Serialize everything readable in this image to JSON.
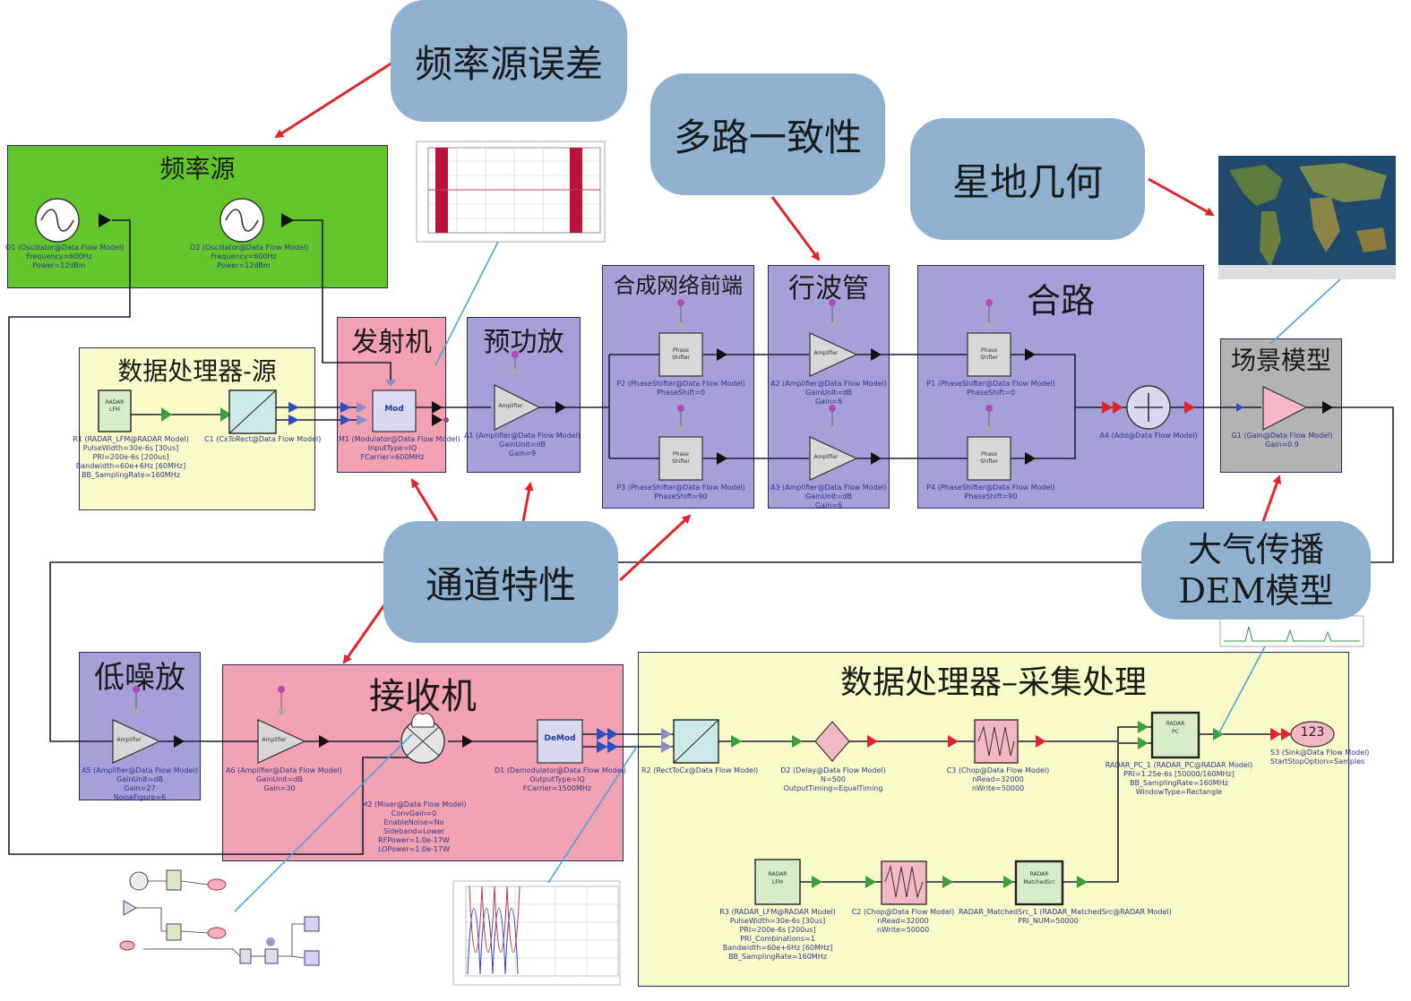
{
  "bubbles": {
    "freq_error": "频率源误差",
    "multipath": "多路一致性",
    "geometry": "星地几何",
    "channel": "通道特性",
    "atmosphere_line1": "大气传播",
    "atmosphere_line2": "DEM模型"
  },
  "blocks": {
    "freq_source": "频率源",
    "dp_source": "数据处理器-源",
    "transmitter": "发射机",
    "pre_amp": "预功放",
    "combiner_front": "合成网络前端",
    "twt": "行波管",
    "combiner": "合路",
    "scene_model": "场景模型",
    "lna": "低噪放",
    "receiver": "接收机",
    "dp_acq": "数据处理器–采集处理"
  },
  "components": {
    "o1": [
      "O1 (Oscillator@Data Flow Model)",
      "Frequency=600Hz",
      "Power=12dBm"
    ],
    "o2": [
      "O2 (Oscillator@Data Flow Model)",
      "Frequency=600Hz",
      "Power=12dBm"
    ],
    "r1": [
      "R1 (RADAR_LFM@RADAR Model)",
      "PulseWidth=30e-6s [30us]",
      "PRI=200e-6s [200us]",
      "Bandwidth=60e+6Hz [60MHz]",
      "BB_SamplingRate=160MHz"
    ],
    "c1": [
      "C1 (CxToRect@Data Flow Model)"
    ],
    "m1": [
      "M1 (Modulator@Data Flow Model)",
      "InputType=IQ",
      "FCarrier=600MHz"
    ],
    "a1": [
      "A1 (Amplifier@Data Flow Model)",
      "GainUnit=dB",
      "Gain=9"
    ],
    "p2": [
      "P2 (PhaseShifter@Data Flow Model)",
      "PhaseShift=0"
    ],
    "p3": [
      "P3 (PhaseShifter@Data Flow Model)",
      "PhaseShift=90"
    ],
    "a2": [
      "A2 (Amplifier@Data Flow Model)",
      "GainUnit=dB",
      "Gain=6"
    ],
    "a3": [
      "A3 (Amplifier@Data Flow Model)",
      "GainUnit=dB",
      "Gain=6"
    ],
    "p1": [
      "P1 (PhaseShifter@Data Flow Model)",
      "PhaseShift=0"
    ],
    "p4": [
      "P4 (PhaseShifter@Data Flow Model)",
      "PhaseShift=90"
    ],
    "a4": [
      "A4 (Add@Data Flow Model)"
    ],
    "g1": [
      "G1 (Gain@Data Flow Model)",
      "Gain=0.9"
    ],
    "a5": [
      "A5 (Amplifier@Data Flow Model)",
      "GainUnit=dB",
      "Gain=27",
      "NoiseFigure=6"
    ],
    "a6": [
      "A6 (Amplifier@Data Flow Model)",
      "GainUnit=dB",
      "Gain=30"
    ],
    "m2": [
      "M2 (Mixer@Data Flow Model)",
      "ConvGain=0",
      "EnableNoise=No",
      "Sideband=Lower",
      "RFPower=1.0e-17W",
      "LOPower=1.0e-17W"
    ],
    "d1": [
      "D1 (Demodulator@Data Flow Model)",
      "OutputType=IQ",
      "FCarrier=1500MHz"
    ],
    "r2": [
      "R2 (RectToCx@Data Flow Model)"
    ],
    "d2": [
      "D2 (Delay@Data Flow Model)",
      "N=500",
      "OutputTiming=EqualTiming"
    ],
    "c3": [
      "C3 (Chop@Data Flow Model)",
      "nRead=32000",
      "nWrite=50000"
    ],
    "rpc": [
      "RADAR_PC_1 (RADAR_PC@RADAR Model)",
      "PRI=1.25e-6s [50000/160MHz]",
      "BB_SamplingRate=160MHz",
      "WindowType=Rectangle"
    ],
    "s3": [
      "S3 (Sink@Data Flow Model)",
      "StartStopOption=Samples"
    ],
    "r3": [
      "R3 (RADAR_LFM@RADAR Model)",
      "PulseWidth=30e-6s [30us]",
      "PRI=200e-6s [200us]",
      "PRI_Combinations=1",
      "Bandwidth=60e+6Hz [60MHz]",
      "BB_SamplingRate=160MHz"
    ],
    "c2": [
      "C2 (Chop@Data Flow Model)",
      "nRead=32000",
      "nWrite=50000"
    ],
    "mf": [
      "RADAR_MatchedSrc_1 (RADAR_MatchedSrc@RADAR Model)",
      "PRI_NUM=50000"
    ]
  },
  "icons": {
    "r1": "RADAR\nLFM",
    "m1": "Mod",
    "d1": "DeMod",
    "rpc": "RADAR\nPC",
    "r3": "RADAR\nLFM",
    "mf": "RADAR\nMatchedSrc",
    "sink": "123",
    "amp": "Amplifier",
    "ps": "Phase\nShifter"
  },
  "colors": {
    "green": "#62c62a",
    "yellow": "#fafac8",
    "pink": "#f2a1b1",
    "purple": "#a6a0d9",
    "gray": "#b3b3b3",
    "bubble": "#8fb1cf",
    "arrow": "#e1242a"
  }
}
